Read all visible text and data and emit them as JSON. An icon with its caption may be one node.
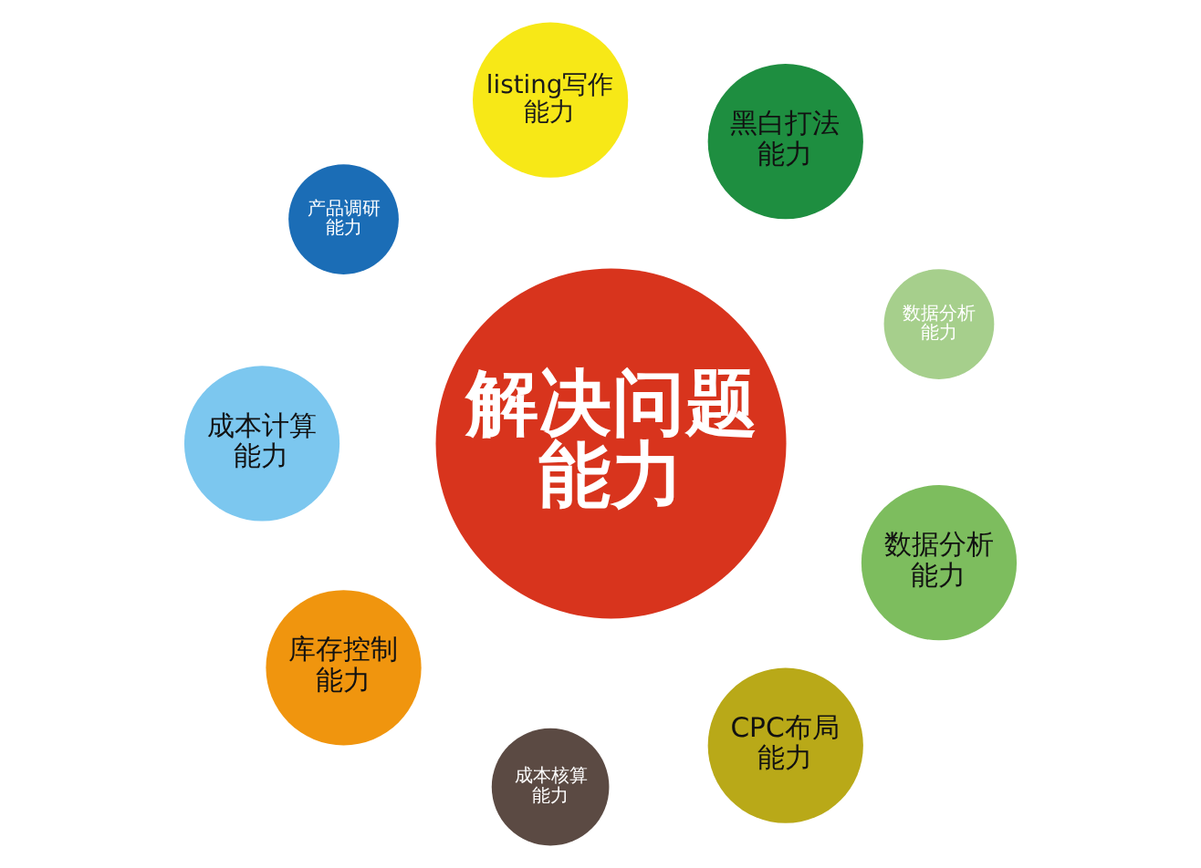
{
  "diagram": {
    "nodes": [
      {
        "text": [
          "解决问题能力"
        ]
      },
      {
        "text": [
          "listing写作能力"
        ]
      },
      {
        "text": [
          "黑白打法能力"
        ]
      },
      {
        "text": [
          "数据分析能力"
        ]
      },
      {
        "text": [
          "数据分析能力"
        ]
      },
      {
        "text": [
          "CPC布局能力"
        ]
      },
      {
        "text": [
          "成本核算能力"
        ]
      },
      {
        "text": [
          "库存控制能力"
        ]
      },
      {
        "text": [
          "成本计算能力"
        ]
      },
      {
        "text": [
          "产品调研能力"
        ]
      }
    ],
    "edges": []
  }
}
